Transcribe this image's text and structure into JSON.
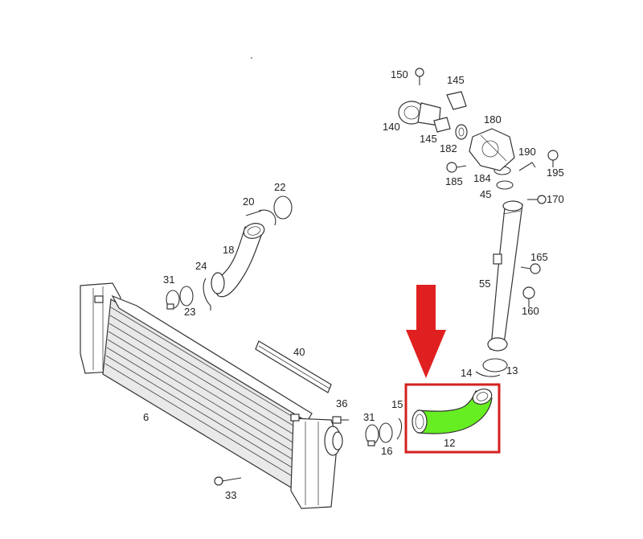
{
  "labels": {
    "l6": "6",
    "l12": "12",
    "l13": "13",
    "l14": "14",
    "l15": "15",
    "l16": "16",
    "l18": "18",
    "l20": "20",
    "l22": "22",
    "l23": "23",
    "l24": "24",
    "l31a": "31",
    "l31b": "31",
    "l33": "33",
    "l36": "36",
    "l40": "40",
    "l45": "45",
    "l55": "55",
    "l140": "140",
    "l145a": "145",
    "l145b": "145",
    "l150": "150",
    "l160": "160",
    "l165": "165",
    "l170": "170",
    "l180": "180",
    "l182": "182",
    "l184": "184",
    "l185": "185",
    "l190": "190",
    "l195": "195"
  },
  "colors": {
    "highlight_part": "#66ee22",
    "highlight_box": "#d42020",
    "arrow": "#e02020",
    "line": "#333333"
  },
  "highlight": {
    "part": "12",
    "icon": "down-arrow-icon"
  }
}
